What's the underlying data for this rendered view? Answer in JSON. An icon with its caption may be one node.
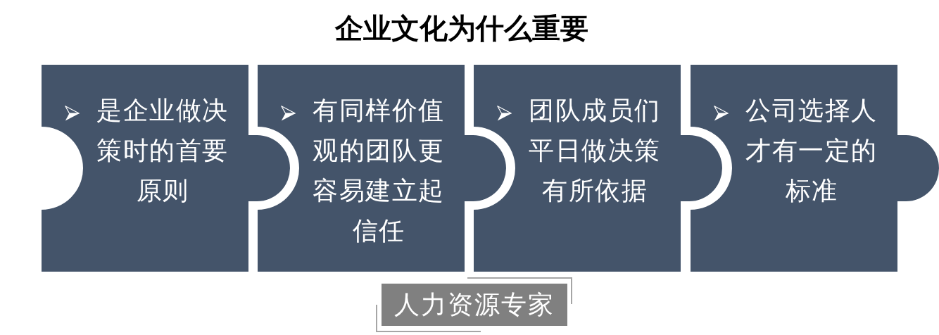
{
  "diagram": {
    "title": "企业文化为什么重要",
    "nodes": [
      {
        "text": [
          "是企业做决策时的首要原则"
        ]
      },
      {
        "text": [
          "有同样价值观的团队更容易建立起信任"
        ]
      },
      {
        "text": [
          "团队成员们平日做决策有所依据"
        ]
      },
      {
        "text": [
          "公司选择人才有一定的标准"
        ]
      },
      {
        "text": [
          "人力资源专家"
        ]
      }
    ]
  }
}
